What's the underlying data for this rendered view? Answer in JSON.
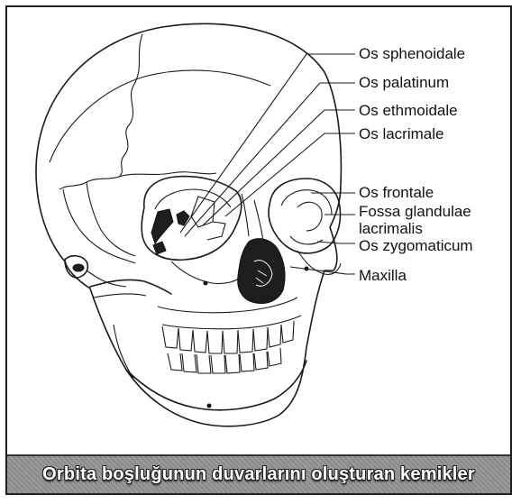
{
  "labels": {
    "os_sphenoidale": "Os sphenoidale",
    "os_palatinum": "Os palatinum",
    "os_ethmoidale": "Os ethmoidale",
    "os_lacrimale": "Os lacrimale",
    "os_frontale": "Os frontale",
    "fossa_line1": "Fossa glandulae",
    "fossa_line2": "lacrimalis",
    "os_zygomaticum": "Os zygomaticum",
    "maxilla": "Maxilla"
  },
  "caption": "Orbita boşluğunun duvarlarını oluşturan kemikler",
  "colors": {
    "line": "#1a1a1a",
    "caption_bg": "#939393",
    "caption_text": "#ffffff"
  }
}
